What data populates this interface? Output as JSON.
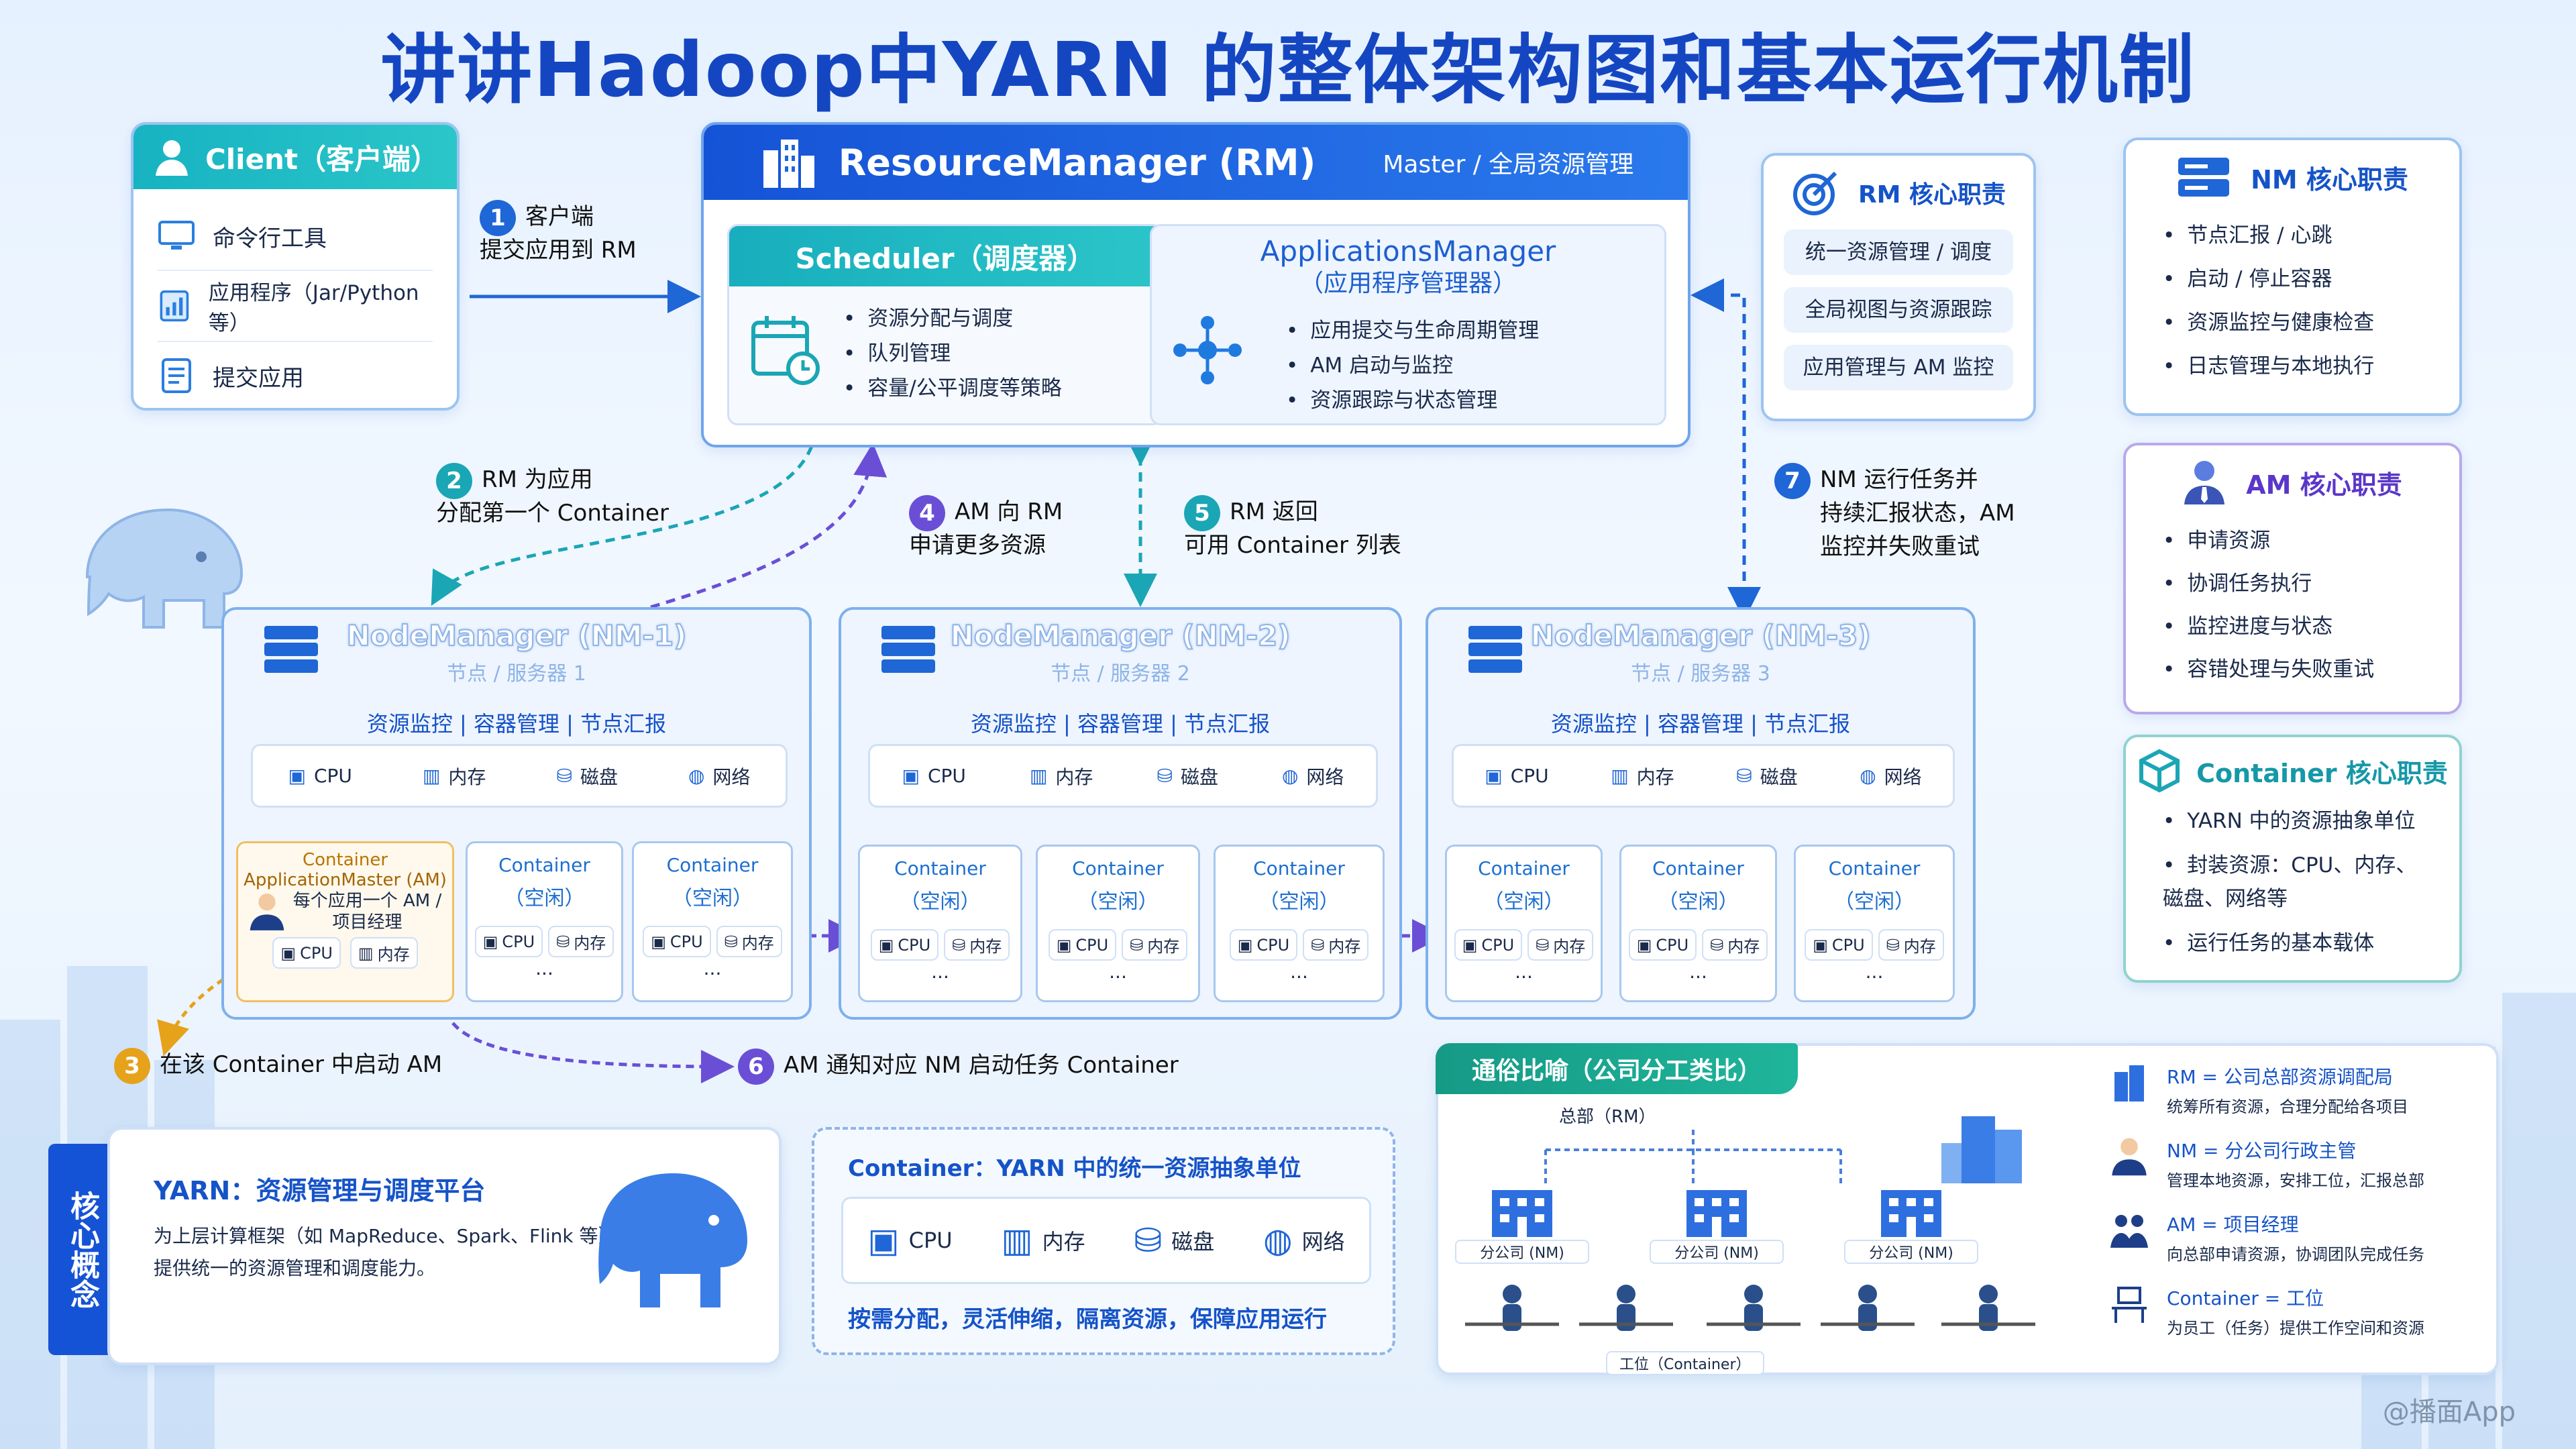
{
  "title": "讲讲Hadoop中YARN 的整体架构图和基本运行机制",
  "client": {
    "title": "Client（客户端）",
    "items": [
      "命令行工具",
      "应用程序（Jar/Python等）",
      "提交应用"
    ]
  },
  "rm": {
    "title": "ResourceManager (RM)",
    "subtitle": "Master / 全局资源管理",
    "scheduler": {
      "title": "Scheduler（调度器）",
      "items": [
        "资源分配与调度",
        "队列管理",
        "容量/公平调度等策略"
      ]
    },
    "am": {
      "title": "ApplicationsManager",
      "title2": "（应用程序管理器）",
      "items": [
        "应用提交与生命周期管理",
        "AM 启动与监控",
        "资源跟踪与状态管理"
      ]
    }
  },
  "rm_duties": {
    "title": "RM 核心职责",
    "items": [
      "统一资源管理 / 调度",
      "全局视图与资源跟踪",
      "应用管理与 AM 监控"
    ]
  },
  "nm_duties": {
    "title": "NM 核心职责",
    "items": [
      "节点汇报 / 心跳",
      "启动 / 停止容器",
      "资源监控与健康检查",
      "日志管理与本地执行"
    ]
  },
  "am_duties": {
    "title": "AM 核心职责",
    "items": [
      "申请资源",
      "协调任务执行",
      "监控进度与状态",
      "容错处理与失败重试"
    ]
  },
  "container_duties": {
    "title": "Container 核心职责",
    "items": [
      "YARN 中的资源抽象单位",
      "封装资源：CPU、内存、磁盘、网络等",
      "运行任务的基本载体"
    ]
  },
  "steps": [
    {
      "n": "1",
      "l1": "客户端",
      "l2": "提交应用到 RM"
    },
    {
      "n": "2",
      "l1": "RM 为应用",
      "l2": "分配第一个 Container"
    },
    {
      "n": "3",
      "l1": "在该 Container 中启动 AM",
      "l2": ""
    },
    {
      "n": "4",
      "l1": "AM 向 RM",
      "l2": "申请更多资源"
    },
    {
      "n": "5",
      "l1": "RM 返回",
      "l2": "可用 Container 列表"
    },
    {
      "n": "6",
      "l1": "AM 通知对应 NM 启动任务 Container",
      "l2": ""
    },
    {
      "n": "7",
      "l1": "NM 运行任务并",
      "l2": "持续汇报状态，AM",
      "l3": "监控并失败重试"
    }
  ],
  "nodes": [
    {
      "title": "NodeManager (NM-1)",
      "sub": "节点 / 服务器 1"
    },
    {
      "title": "NodeManager (NM-2)",
      "sub": "节点 / 服务器 2"
    },
    {
      "title": "NodeManager (NM-3)",
      "sub": "节点 / 服务器 3"
    }
  ],
  "nm_tabs": "资源监控  |  容器管理  |  节点汇报",
  "res": {
    "cpu": "CPU",
    "mem": "内存",
    "disk": "磁盘",
    "net": "网络"
  },
  "container": {
    "label": "Container",
    "idle": "（空闲）",
    "dots": "..."
  },
  "am_container": {
    "l1": "Container",
    "l2": "ApplicationMaster (AM)",
    "l3": "每个应用一个 AM /",
    "l4": "项目经理"
  },
  "core": {
    "side": "核心概念",
    "yarn_title": "YARN：资源管理与调度平台",
    "yarn_desc1": "为上层计算框架（如 MapReduce、Spark、Flink 等）",
    "yarn_desc2": "提供统一的资源管理和调度能力。",
    "cont_title": "Container：YARN 中的统一资源抽象单位",
    "cont_foot": "按需分配，灵活伸缩，隔离资源，保障应用运行"
  },
  "analogy": {
    "title": "通俗比喻（公司分工类比）",
    "hq": "总部（RM）",
    "branch": "分公司 (NM)",
    "desk": "工位（Container）",
    "items": [
      {
        "t": "RM = 公司总部资源调配局",
        "d": "统筹所有资源，合理分配给各项目"
      },
      {
        "t": "NM = 分公司行政主管",
        "d": "管理本地资源，安排工位，汇报总部"
      },
      {
        "t": "AM = 项目经理",
        "d": "向总部申请资源，协调团队完成任务"
      },
      {
        "t": "Container = 工位",
        "d": "为员工（任务）提供工作空间和资源"
      }
    ]
  },
  "watermark": "@播面App"
}
